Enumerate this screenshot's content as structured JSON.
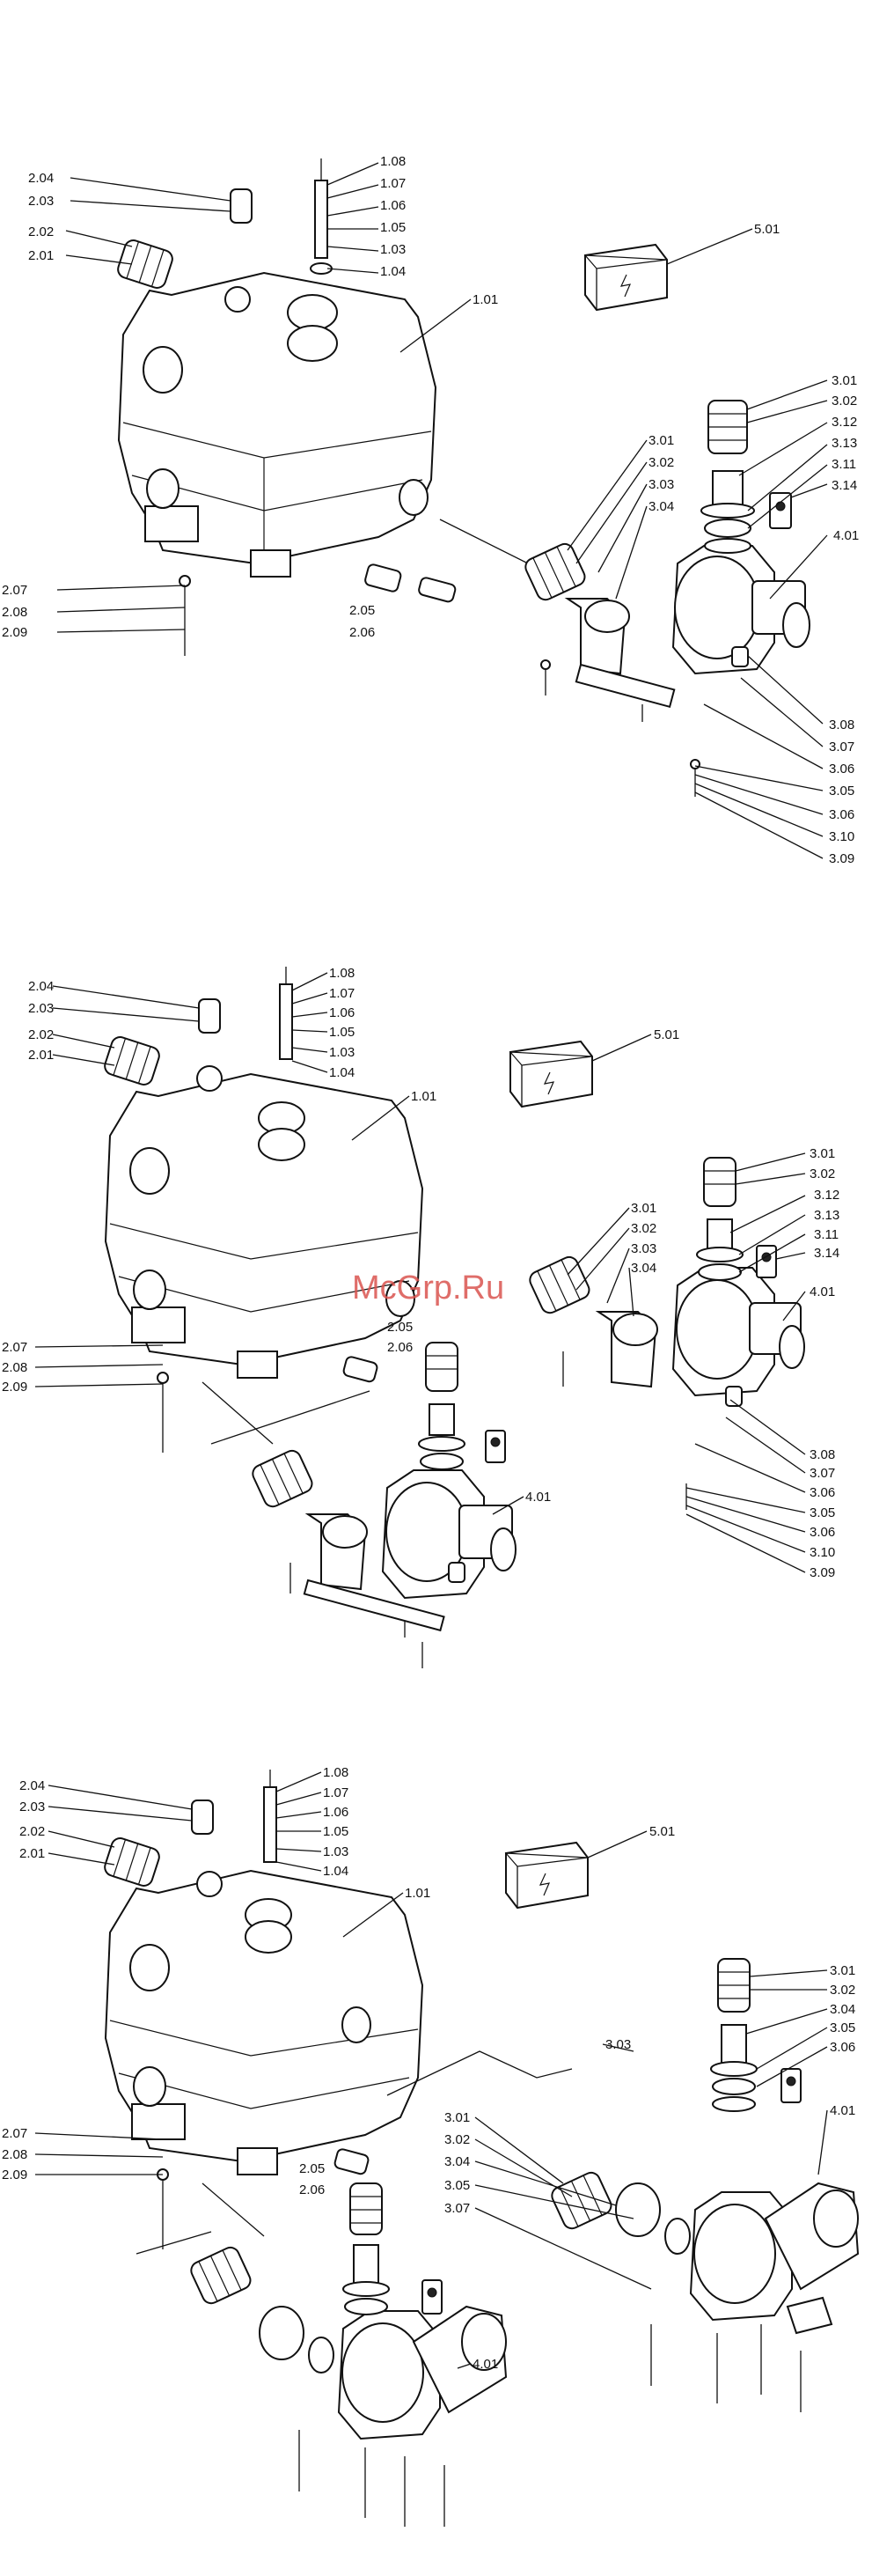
{
  "watermark": "McGrp.Ru",
  "diagrams": [
    {
      "labels": [
        "2.04",
        "2.03",
        "2.02",
        "2.01",
        "1.08",
        "1.07",
        "1.06",
        "1.05",
        "1.03",
        "1.04",
        "1.01",
        "5.01",
        "3.01",
        "3.02",
        "3.12",
        "3.13",
        "3.11",
        "3.14",
        "4.01",
        "3.01",
        "3.02",
        "3.03",
        "3.04",
        "2.07",
        "2.08",
        "2.09",
        "2.05",
        "2.06",
        "3.08",
        "3.07",
        "3.06",
        "3.05",
        "3.06",
        "3.10",
        "3.09"
      ]
    },
    {
      "labels": [
        "2.04",
        "2.03",
        "2.02",
        "2.01",
        "1.08",
        "1.07",
        "1.06",
        "1.05",
        "1.03",
        "1.04",
        "1.01",
        "5.01",
        "3.01",
        "3.02",
        "3.12",
        "3.13",
        "3.11",
        "3.14",
        "4.01",
        "3.01",
        "3.02",
        "3.03",
        "3.04",
        "2.07",
        "2.08",
        "2.09",
        "2.05",
        "2.06",
        "3.08",
        "3.07",
        "3.06",
        "3.05",
        "3.06",
        "3.10",
        "3.09",
        "4.01"
      ]
    },
    {
      "labels": [
        "2.04",
        "2.03",
        "2.02",
        "2.01",
        "1.08",
        "1.07",
        "1.06",
        "1.05",
        "1.03",
        "1.04",
        "1.01",
        "5.01",
        "3.01",
        "3.02",
        "3.04",
        "3.05",
        "3.06",
        "4.01",
        "3.03",
        "3.01",
        "3.02",
        "3.04",
        "3.05",
        "3.07",
        "2.07",
        "2.08",
        "2.09",
        "2.05",
        "2.06",
        "4.01"
      ]
    }
  ]
}
